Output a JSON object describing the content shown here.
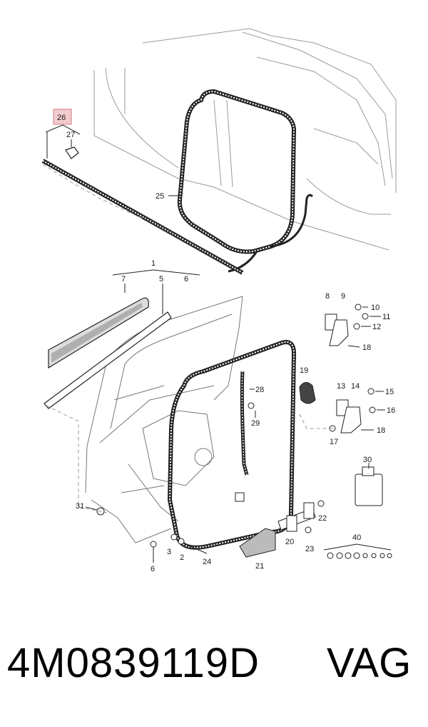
{
  "callouts": {
    "n1": "1",
    "n2": "2",
    "n3": "3",
    "n5": "5",
    "n6": "6",
    "n7": "7",
    "n8": "8",
    "n9": "9",
    "n10": "10",
    "n11": "11",
    "n12": "12",
    "n13": "13",
    "n14": "14",
    "n15": "15",
    "n16": "16",
    "n17": "17",
    "n18a": "18",
    "n18b": "18",
    "n19": "19",
    "n20": "20",
    "n21": "21",
    "n22": "22",
    "n23": "23",
    "n24": "24",
    "n25": "25",
    "n26": "26",
    "n27": "27",
    "n28": "28",
    "n29": "29",
    "n30": "30",
    "n31": "31",
    "n40": "40"
  },
  "highlight_color": "#e8a3a8",
  "caption": {
    "part_number": "4M0839119D",
    "brand": "VAG"
  }
}
